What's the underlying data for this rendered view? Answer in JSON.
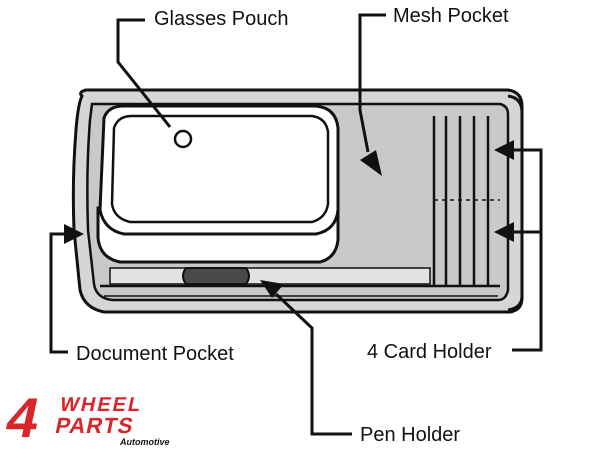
{
  "callouts": {
    "glasses_pouch": "Glasses Pouch",
    "mesh_pocket": "Mesh Pocket",
    "document_pocket": "Document Pocket",
    "card_holder": "4 Card Holder",
    "pen_holder": "Pen Holder"
  },
  "logo": {
    "number": "4",
    "word_top": "WHEEL",
    "word_bottom": "PARTS",
    "tagline": "Automotive",
    "brand_color": "#d9262a"
  },
  "colors": {
    "outline": "#111111",
    "mesh_fill": "#c9c9c9",
    "frame_fill": "#d6d6d6",
    "pen_fill": "#4a4a4a",
    "pouch_fill": "#ffffff"
  }
}
